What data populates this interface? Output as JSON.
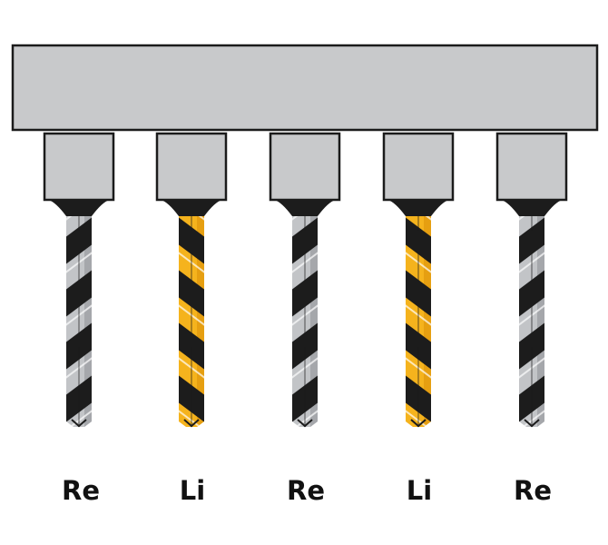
{
  "colors": {
    "background": "#ffffff",
    "holder_fill": "#c8c9cb",
    "holder_stroke": "#1b1b1b",
    "bit_dark": "#1c1c1c",
    "right_hand_light": "#c2c4c7",
    "right_hand_mid": "#8e9094",
    "left_hand_light": "#f5b31d",
    "left_hand_mid": "#d98e08"
  },
  "drills": [
    {
      "label": "Re",
      "hand": "right",
      "icon": "right-hand-drill-bit-icon"
    },
    {
      "label": "Li",
      "hand": "left",
      "icon": "left-hand-drill-bit-icon"
    },
    {
      "label": "Re",
      "hand": "right",
      "icon": "right-hand-drill-bit-icon"
    },
    {
      "label": "Li",
      "hand": "left",
      "icon": "left-hand-drill-bit-icon"
    },
    {
      "label": "Re",
      "hand": "right",
      "icon": "right-hand-drill-bit-icon"
    }
  ]
}
